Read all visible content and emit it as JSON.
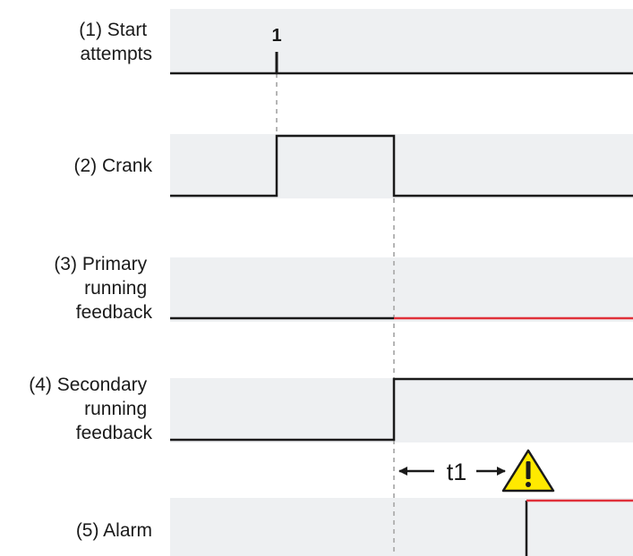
{
  "rows": [
    {
      "id": "start-attempts",
      "label_lines": [
        "(1) Start",
        "attempts"
      ]
    },
    {
      "id": "crank",
      "label_lines": [
        "(2) Crank"
      ]
    },
    {
      "id": "primary-running-feedback",
      "label_lines": [
        "(3) Primary",
        "running",
        "feedback"
      ]
    },
    {
      "id": "secondary-running-feedback",
      "label_lines": [
        "(4) Secondary",
        "running",
        "feedback"
      ]
    },
    {
      "id": "alarm",
      "label_lines": [
        "(5) Alarm"
      ]
    }
  ],
  "start_attempt_marker": "1",
  "timer_label": "t1",
  "warning_icon": {
    "name": "warning-triangle-icon",
    "glyph": "!",
    "fill": "#ffe900",
    "stroke": "#1a1a1a"
  },
  "colors": {
    "lane_background": "#eef0f2",
    "signal": "#1a1a1a",
    "fault_signal": "#e0303a",
    "guide_line": "#b5b5b5"
  }
}
